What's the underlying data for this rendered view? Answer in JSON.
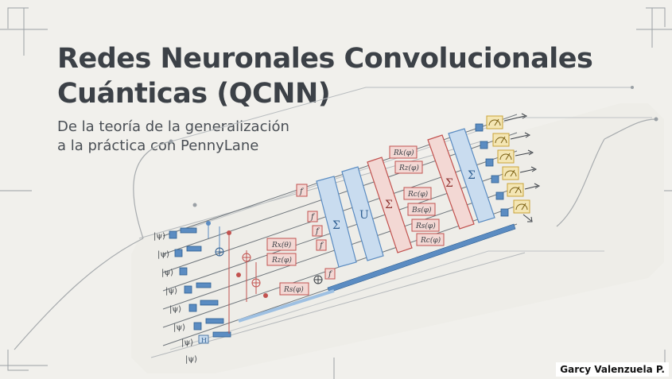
{
  "title": {
    "line1": "Redes Neuronales Convolucionales",
    "line2": "Cuánticas (QCNN)"
  },
  "subtitle": {
    "line1": "De la teoría de la generalización",
    "line2": "a la práctica con PennyLane"
  },
  "author": "Garcy Valenzuela P.",
  "qubit_labels": [
    "|ψ⟩",
    "|ψ⟩",
    "|ψ⟩",
    "|ψ⟩",
    "|ψ⟩",
    "|ψ⟩",
    "|ψ⟩",
    "|ψ⟩"
  ],
  "gates": {
    "f": "f",
    "sigma": "Σ",
    "u": "U",
    "rx_theta": "Rx(θ)",
    "rz_phi": "Rz(φ)",
    "rs_phi": "Rs(φ)",
    "bs_phi": "Bs(φ)",
    "rk_phi": "Rk(φ)",
    "rc_phi": "Rc(φ)"
  },
  "colors": {
    "background": "#f1f0ec",
    "title": "#3c4147",
    "wire": "#6f767c",
    "blue_gate": "#5b8cc2",
    "blue_gate_fill": "#c9dcef",
    "red_gate": "#c2524f",
    "red_gate_fill": "#f3d8d4",
    "measure": "#caa437",
    "measure_fill": "#f4e6b4"
  },
  "icons": [
    "measurement-icon"
  ]
}
